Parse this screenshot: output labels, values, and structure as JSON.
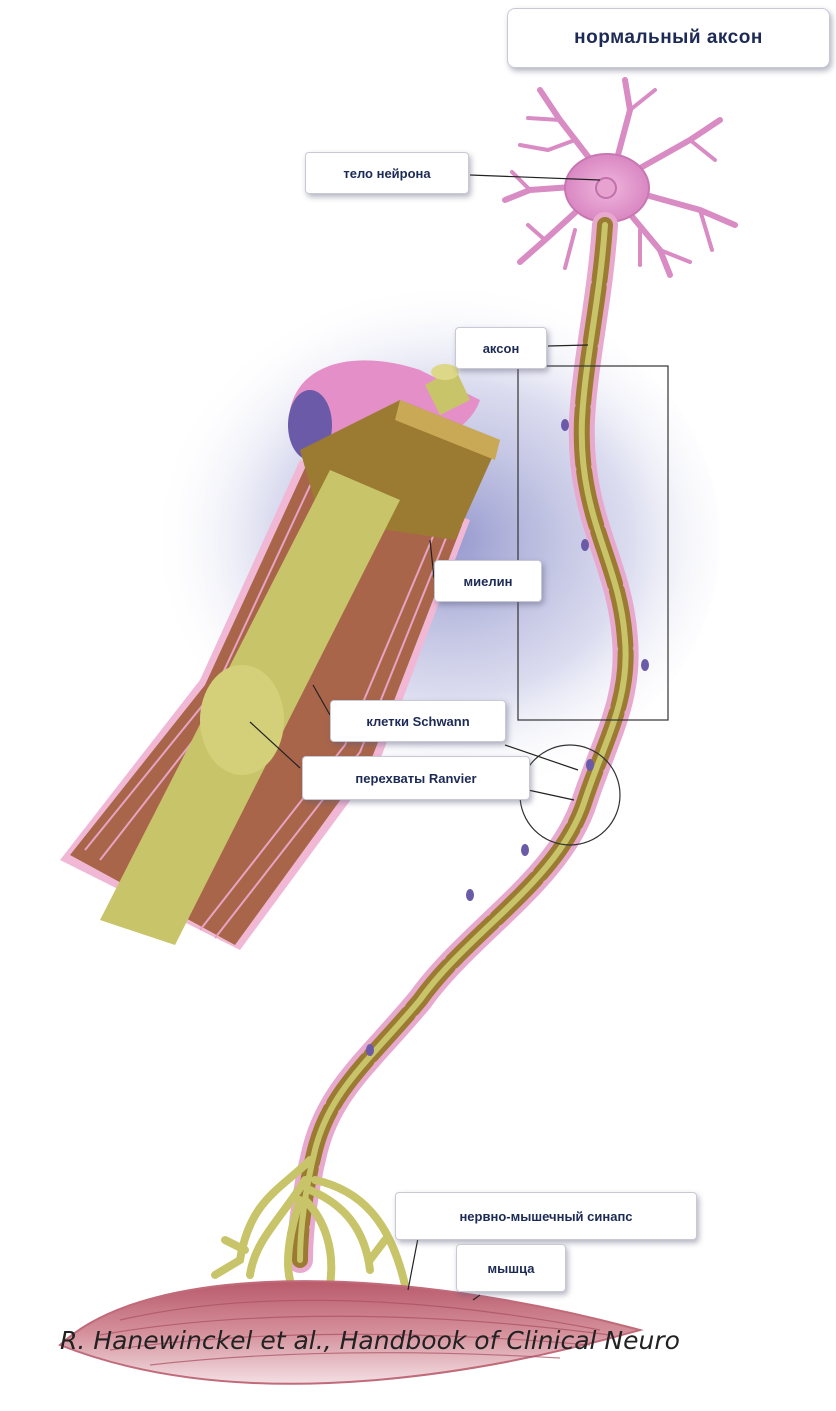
{
  "title": "нормальный аксон",
  "labels": {
    "neuron_body": "тело нейрона",
    "axon": "аксон",
    "myelin": "миелин",
    "schwann_cells": "клетки Schwann",
    "nodes_of_ranvier": "перехваты Ranvier",
    "neuromuscular_synapse": "нервно-мышечный синапс",
    "muscle": "мышца"
  },
  "credit": "R. Hanewinckel et al., Handbook of Clinical Neuro",
  "colors": {
    "axon_core": "#c8c46a",
    "myelin": "#9b7a32",
    "membrane": "#e8a9cf",
    "neuron": "#d98bc4",
    "muscle": "#c9707d",
    "nucleus": "#6a5aa8",
    "halo": "#7c7fb8",
    "label_text": "#1c2a55"
  }
}
